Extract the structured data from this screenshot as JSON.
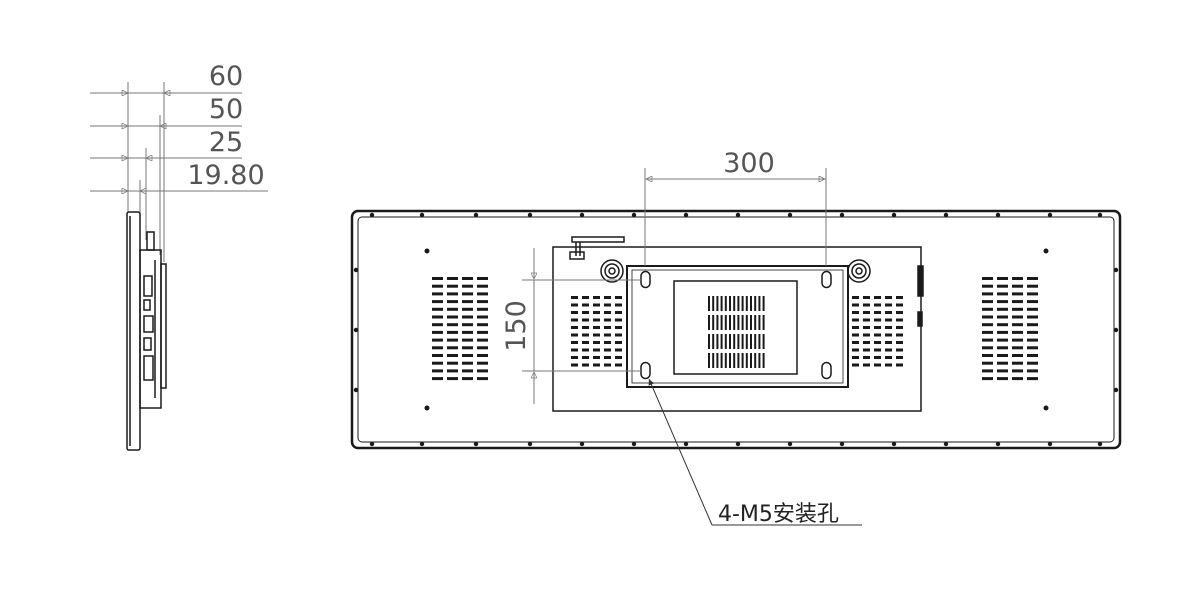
{
  "side_view": {
    "dimensions": [
      "60",
      "50",
      "25",
      "19.80"
    ]
  },
  "rear_view": {
    "vesa_width": "300",
    "vesa_height": "150",
    "mount_note": "4-M5安装孔"
  },
  "colors": {
    "line": "#1a1a1a",
    "dim_line": "#777777",
    "dim_text": "#555555"
  }
}
